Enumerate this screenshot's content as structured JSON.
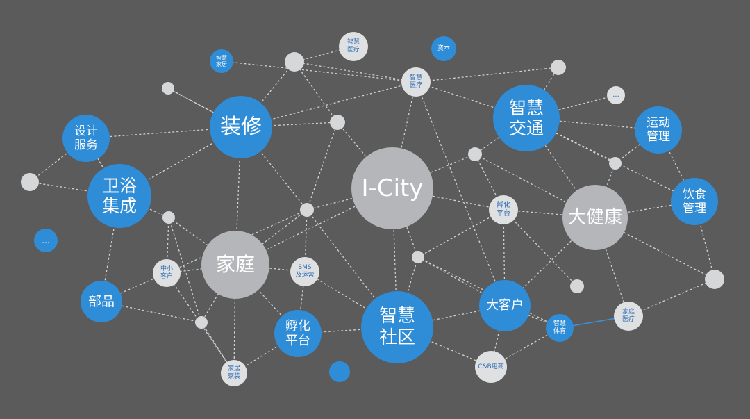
{
  "colors": {
    "background": "#5b5b5b",
    "blue": "#2f8cd7",
    "gray": "#b4b6b9",
    "light": "#dfe0e2",
    "edge": "#e6e6e6",
    "accent_edge": "#3e8fd6"
  },
  "nodes": {
    "icity": "I-City",
    "zhuangxiu": "装修",
    "jiating": "家庭",
    "dajiankang": "大健康",
    "zhihui_jiaotong": "智慧\n交通",
    "zhihui_shequ": "智慧\n社区",
    "weiyu_jicheng": "卫浴\n集成",
    "sheji_fuwu": "设计\n服务",
    "bupin": "部品",
    "fuhua_pingtai_bottom": "孵化\n平台",
    "fuhua_pingtai_right": "孵化\n平台",
    "dakehu": "大客户",
    "yundong_guanli": "运动\n管理",
    "yinshi_guanli": "饮食\n管理",
    "zhongxiao_kehu": "中小\n客户",
    "sms_yunying": "SMS\n及运营",
    "jiaju_jiazhuang": "家居\n家装",
    "c2b_dianshang": "C&B电商",
    "zhihui_tiyu": "智慧\n体育",
    "jiating_yiliao": "家庭\n医疗",
    "zhihui_yiliao_top": "智慧\n医疗",
    "zhihui_yiliao_mid": "智慧\n医疗",
    "xiaochanping": "智慧\n家居",
    "ziben": "资本",
    "ellipsis_left": "...",
    "ellipsis_right": "..."
  },
  "edge_style": "dashed"
}
